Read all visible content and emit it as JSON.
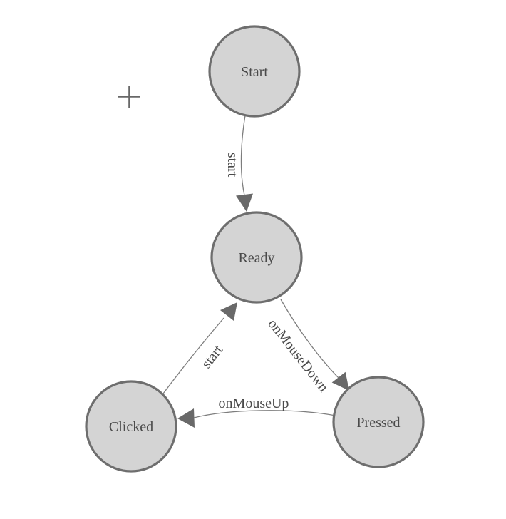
{
  "diagram": {
    "type": "state-diagram",
    "background": "#ffffff",
    "colors": {
      "node_fill": "#d4d4d4",
      "node_border": "#6e6e6e",
      "edge_stroke": "#7d7d7d",
      "arrow_fill": "#696969",
      "label_text": "#4a4a4a",
      "crosshair": "#686868"
    },
    "icons": {
      "crosshair": "plus-crosshair"
    },
    "nodes": [
      {
        "id": "start",
        "label": "Start"
      },
      {
        "id": "ready",
        "label": "Ready"
      },
      {
        "id": "clicked",
        "label": "Clicked"
      },
      {
        "id": "pressed",
        "label": "Pressed"
      }
    ],
    "edges": [
      {
        "from": "Start",
        "to": "Ready",
        "label": "start"
      },
      {
        "from": "Ready",
        "to": "Pressed",
        "label": "onMouseDown"
      },
      {
        "from": "Pressed",
        "to": "Clicked",
        "label": "onMouseUp"
      },
      {
        "from": "Clicked",
        "to": "Ready",
        "label": "start"
      }
    ]
  }
}
